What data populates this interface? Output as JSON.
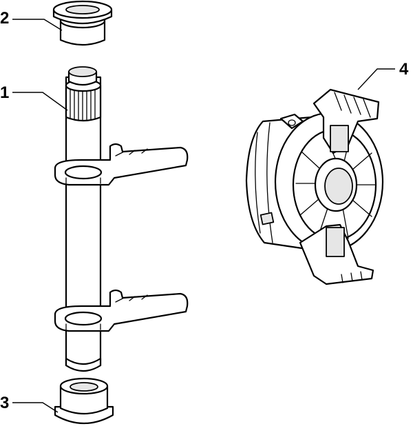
{
  "callouts": [
    {
      "number": "1",
      "part": "shaft-with-forks"
    },
    {
      "number": "2",
      "part": "upper-bushing"
    },
    {
      "number": "3",
      "part": "lower-bushing"
    },
    {
      "number": "4",
      "part": "gear-housing"
    }
  ],
  "colors": {
    "line": "#000000",
    "background": "#ffffff",
    "shade": "#e6e6e6"
  }
}
